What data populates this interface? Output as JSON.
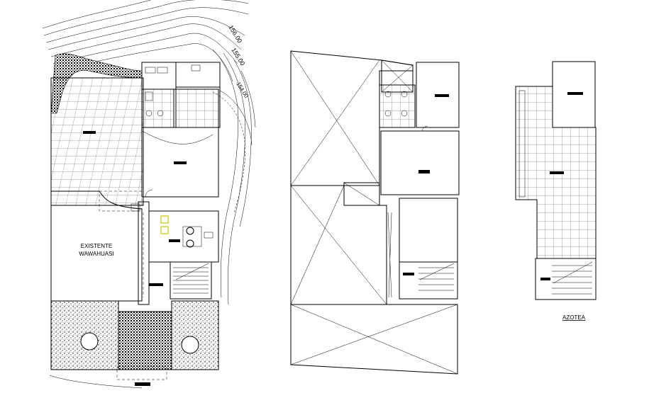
{
  "drawing": {
    "contour_labels": [
      "156.00",
      "155.00",
      "154.00"
    ],
    "existing_label_line1": "EXISTENTE",
    "existing_label_line2": "WAWAHUASI",
    "roof_caption": "AZOTEA"
  },
  "colors": {
    "line": "#000000",
    "background": "#ffffff",
    "fixture_highlight": "#c8c800"
  }
}
